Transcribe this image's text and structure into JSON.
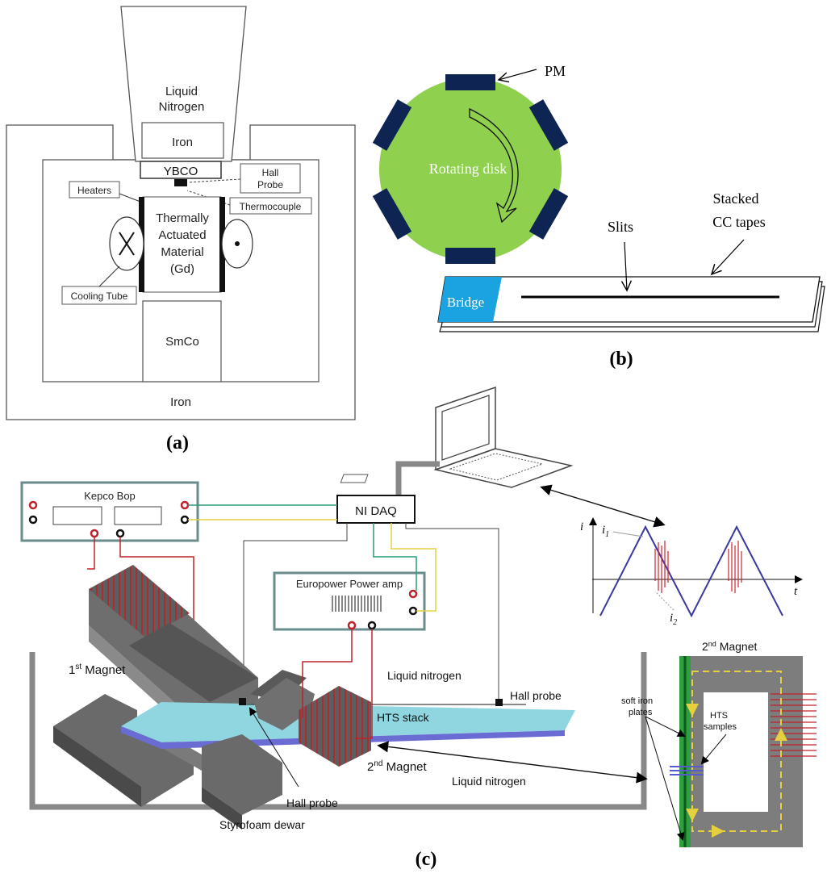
{
  "panel_a": {
    "caption": "(a)",
    "labels": {
      "liquid_nitrogen_1": "Liquid",
      "liquid_nitrogen_2": "Nitrogen",
      "iron_top": "Iron",
      "ybco": "YBCO",
      "hall_probe_1": "Hall",
      "hall_probe_2": "Probe",
      "heaters": "Heaters",
      "thermocouple": "Thermocouple",
      "material_1": "Thermally",
      "material_2": "Actuated",
      "material_3": "Material",
      "material_4": "(Gd)",
      "cooling_tube": "Cooling Tube",
      "smco": "SmCo",
      "iron_bottom": "Iron"
    }
  },
  "panel_b": {
    "caption": "(b)",
    "labels": {
      "pm": "PM",
      "rotating_disk": "Rotating disk",
      "slits": "Slits",
      "stacked_1": "Stacked",
      "stacked_2": "CC tapes",
      "bridge": "Bridge"
    },
    "colors": {
      "disk": "#8fd04f",
      "magnet": "#0e2452",
      "bridge": "#1aa3e0"
    }
  },
  "panel_c": {
    "caption": "(c)",
    "labels": {
      "kepco": "Kepco Bop",
      "ni_daq": "NI DAQ",
      "europower": "Europower Power amp",
      "magnet1_prefix": "1",
      "magnet1_sup": "st",
      "magnet1_suffix": " Magnet",
      "magnet2_prefix": "2",
      "magnet2_sup": "nd",
      "magnet2_suffix": " Magnet",
      "liquid_nitrogen_top": "Liquid nitrogen",
      "liquid_nitrogen_bottom": "Liquid nitrogen",
      "hall_probe_right": "Hall probe",
      "hall_probe_bottom": "Hall probe",
      "hts_stack": "HTS stack",
      "dewar": "Styrofoam dewar",
      "inset_magnet_prefix": "2",
      "inset_magnet_sup": "nd",
      "inset_magnet_suffix": " Magnet",
      "soft_iron_1": "soft iron",
      "soft_iron_2": "plates",
      "hts_samples_1": "HTS",
      "hts_samples_2": "samples",
      "graph_i": "i",
      "graph_t": "t",
      "graph_i1": "i",
      "graph_i1_sub": "1",
      "graph_i2": "i",
      "graph_i2_sub": "2"
    },
    "colors": {
      "coil": "#c0202a",
      "wire_green": "#2e9a7a",
      "wire_yellow": "#e6d040",
      "stack": "#8fd6e0",
      "magnet": "#6b6b6b",
      "waveform": "#3a3a9e"
    }
  }
}
